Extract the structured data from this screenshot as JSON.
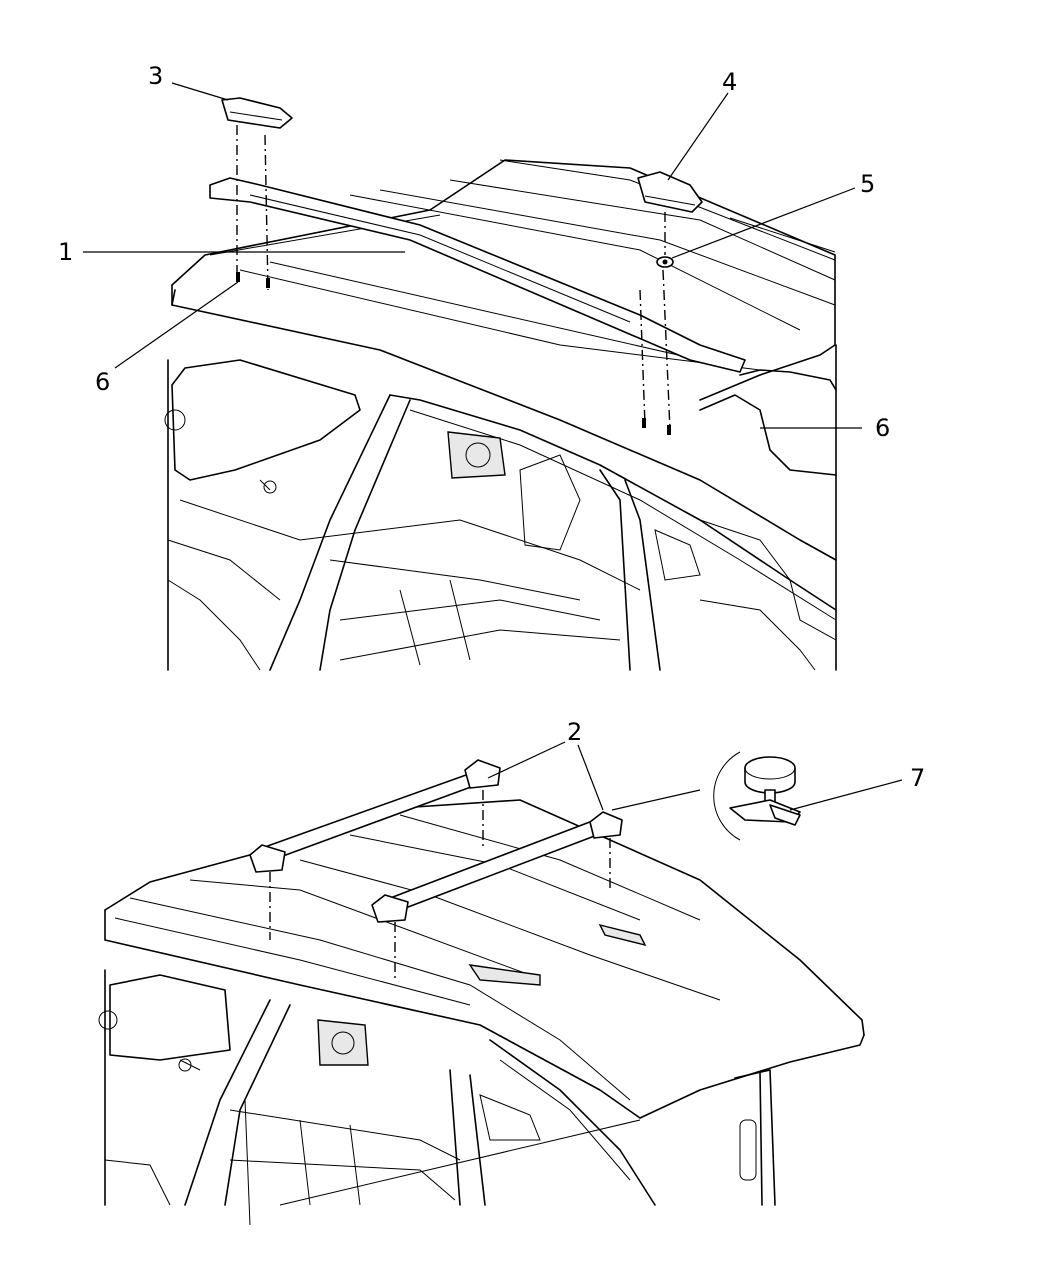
{
  "callouts": {
    "c1": "1",
    "c2": "2",
    "c3": "3",
    "c4": "4",
    "c5": "5",
    "c6a": "6",
    "c6b": "6",
    "c7": "7"
  }
}
